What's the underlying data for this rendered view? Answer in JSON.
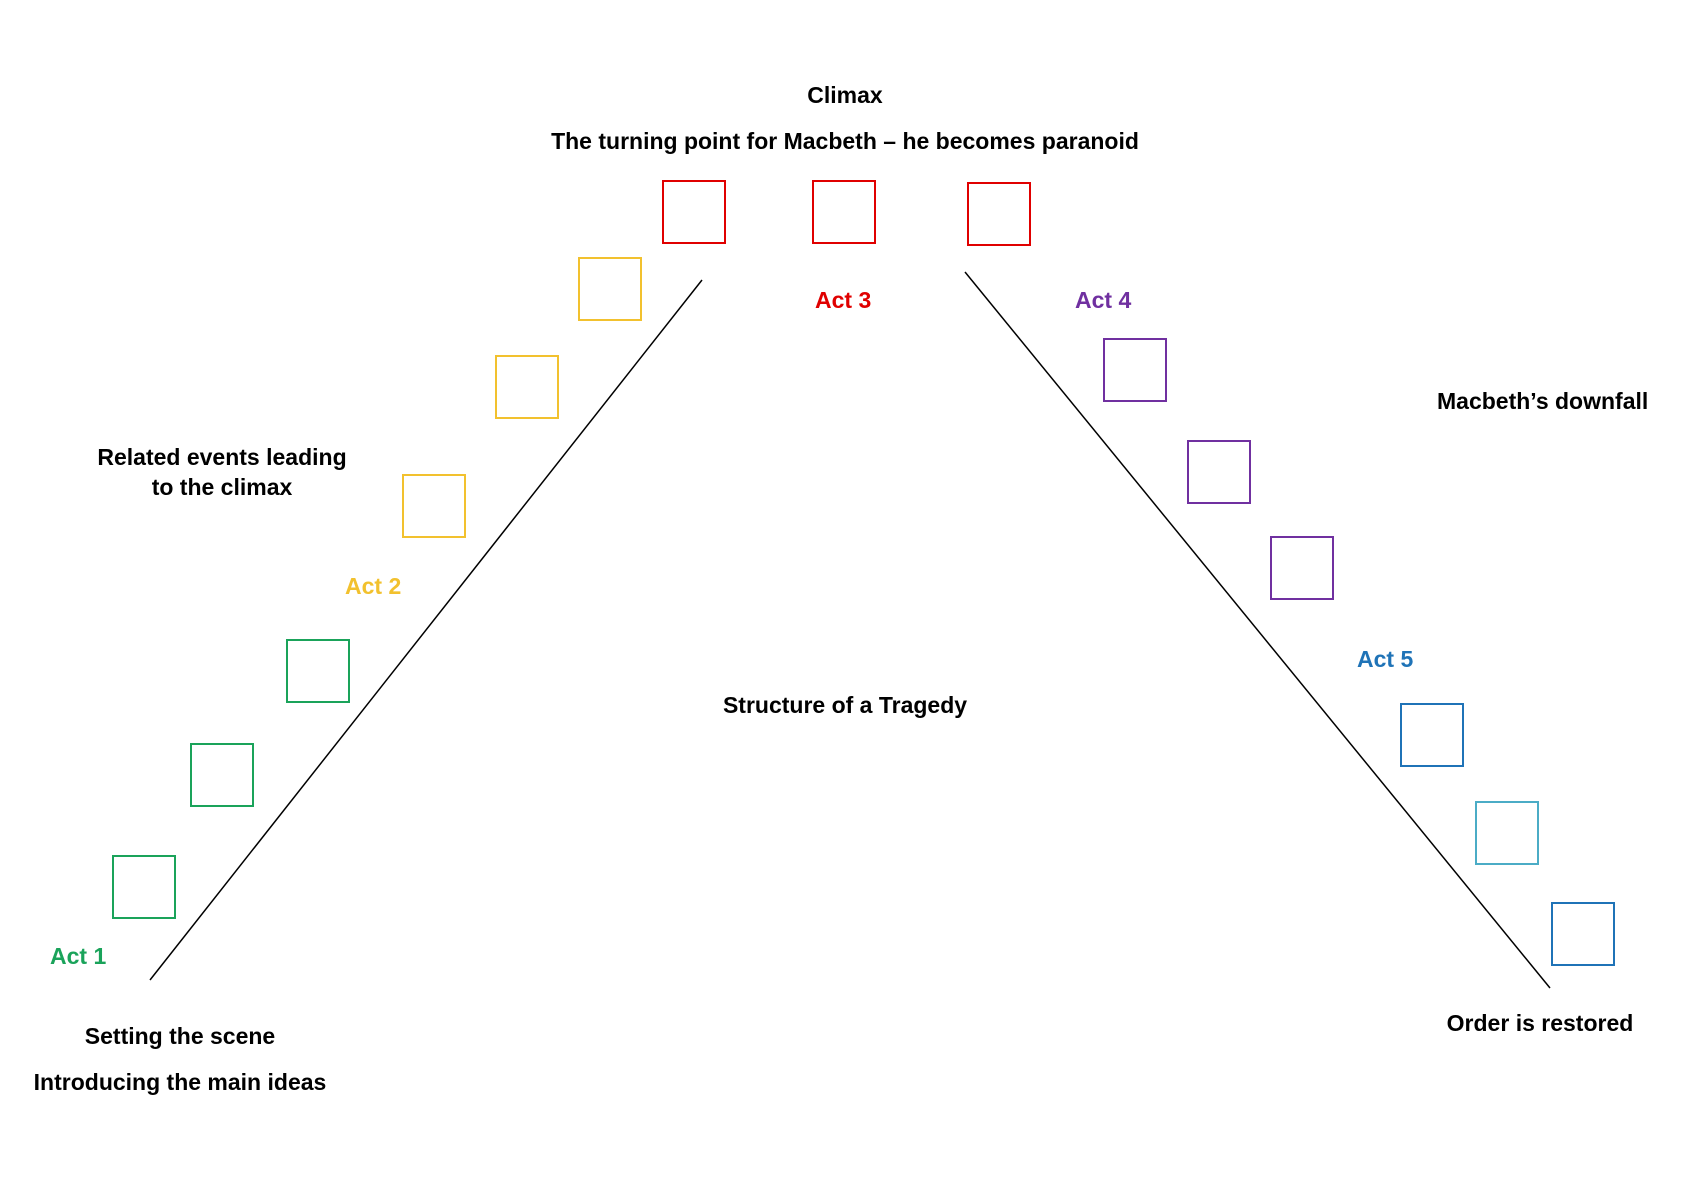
{
  "diagram": {
    "title": "Structure of a Tragedy",
    "climax": {
      "heading": "Climax",
      "description": "The turning point for Macbeth – he becomes paranoid"
    },
    "annotations": {
      "rising_line1": "Related events leading",
      "rising_line2": "to the climax",
      "falling": "Macbeth’s downfall",
      "exposition_line1": "Setting the scene",
      "exposition_line2": "Introducing the main ideas",
      "resolution": "Order is restored"
    },
    "acts": [
      {
        "label": "Act 1",
        "color": "#1aa35a"
      },
      {
        "label": "Act 2",
        "color": "#f2c12e"
      },
      {
        "label": "Act 3",
        "color": "#e00000"
      },
      {
        "label": "Act 4",
        "color": "#7030a0"
      },
      {
        "label": "Act 5",
        "color": "#1f73b7"
      }
    ],
    "box_colors": {
      "act1": "#1aa35a",
      "act2": "#f2c12e",
      "act3": "#e00000",
      "act4": "#7030a0",
      "act5": "#1f73b7",
      "act5_light": "#4bacc6"
    },
    "line_color": "#000000"
  }
}
